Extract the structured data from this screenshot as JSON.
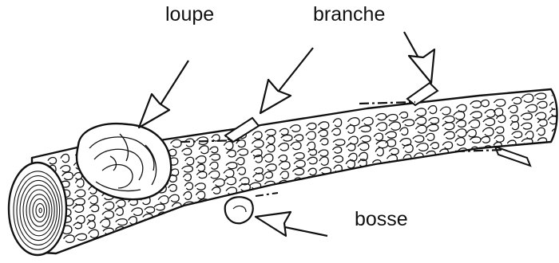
{
  "labels": {
    "loupe": "loupe",
    "branche": "branche",
    "bosse": "bosse"
  },
  "colors": {
    "ink": "#111111",
    "paper": "#ffffff"
  }
}
